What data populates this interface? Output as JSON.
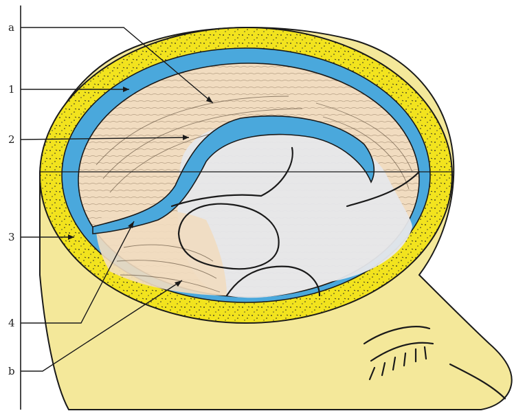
{
  "labels": {
    "a": "a",
    "one": "1",
    "two": "2",
    "three": "3",
    "four": "4",
    "b": "b"
  },
  "colors": {
    "skin": "#f4e89a",
    "bone": "#f2e31e",
    "sinus": "#4aa8dc",
    "dura": "#f1dcc0",
    "brain": "#e6e7ea",
    "ink": "#1a1a1a"
  }
}
